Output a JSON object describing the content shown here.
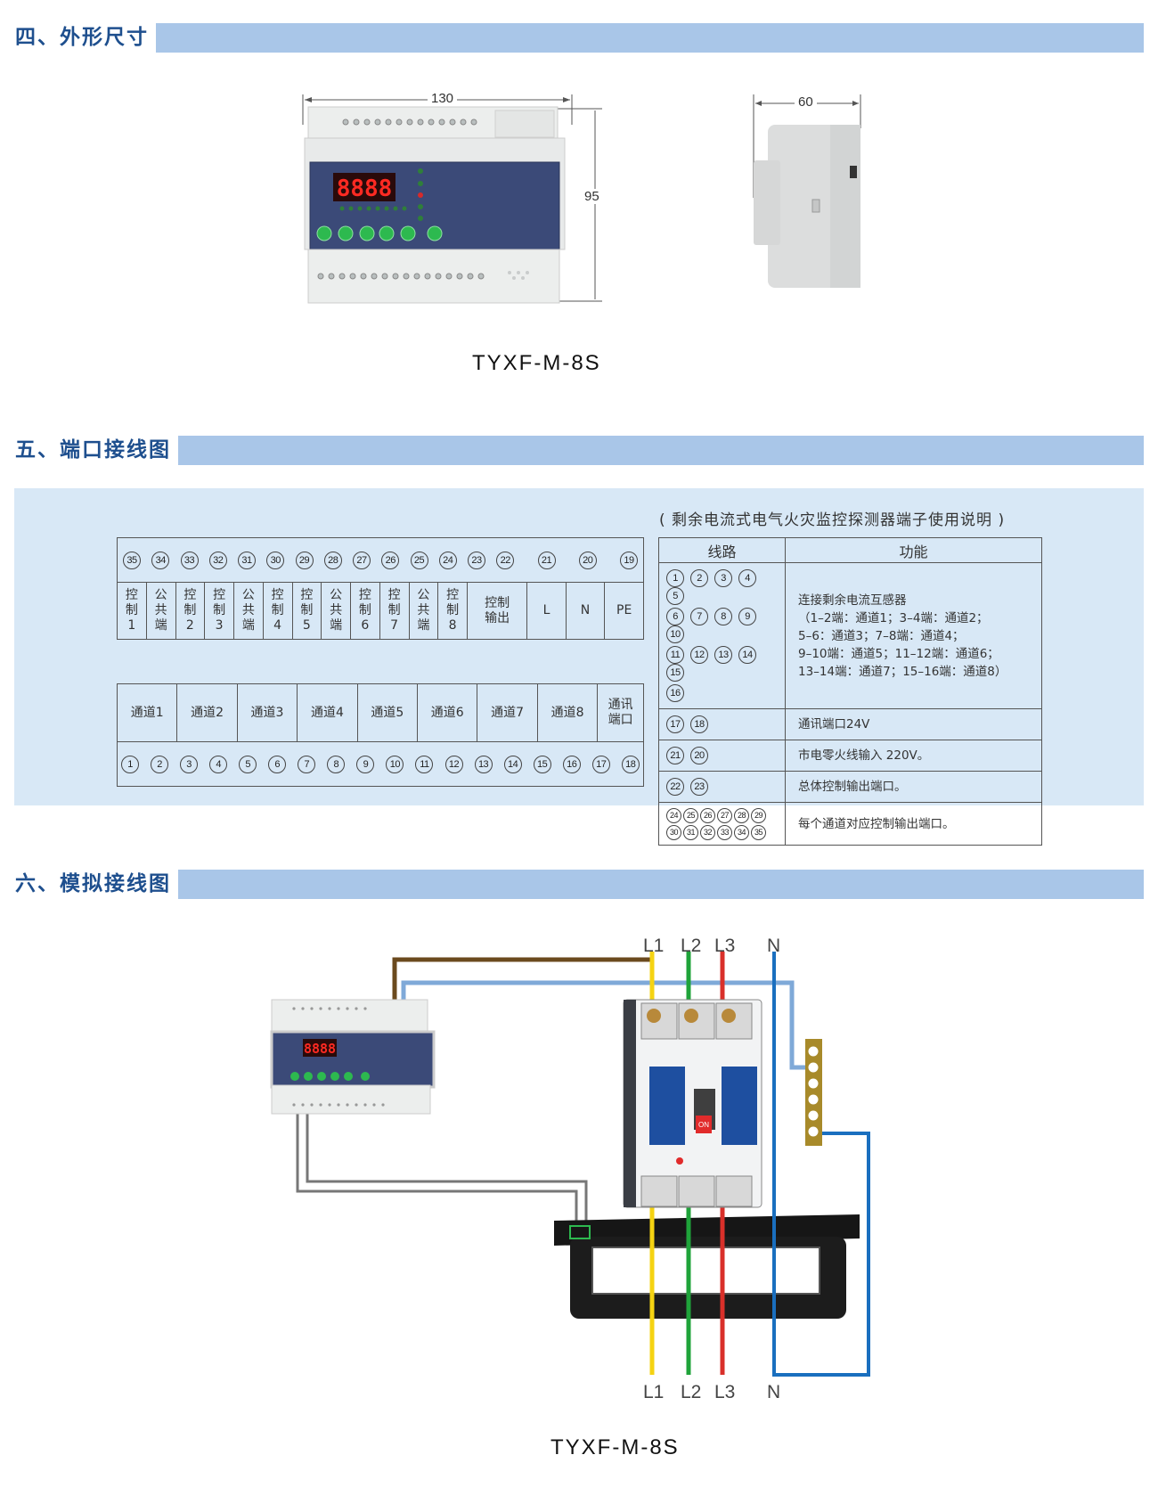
{
  "sections": {
    "dimensions": {
      "title": "四、外形尺寸"
    },
    "ports": {
      "title": "五、端口接线图"
    },
    "wiring": {
      "title": "六、模拟接线图"
    }
  },
  "dimensions": {
    "width_label": "130",
    "height_label": "95",
    "depth_label": "60",
    "model_caption": "TYXF-M-8S",
    "display_digits": "8888"
  },
  "ports": {
    "note": "( 剩余电流式电气火灾监控探测器端子使用说明 )",
    "top_terminals": [
      "35",
      "34",
      "33",
      "32",
      "31",
      "30",
      "29",
      "28",
      "27",
      "26",
      "25",
      "24",
      "23",
      "22",
      "21",
      "20",
      "19"
    ],
    "top_labels": [
      {
        "lines": [
          "控",
          "制",
          "1"
        ]
      },
      {
        "lines": [
          "公",
          "共",
          "端"
        ]
      },
      {
        "lines": [
          "控",
          "制",
          "2"
        ]
      },
      {
        "lines": [
          "控",
          "制",
          "3"
        ]
      },
      {
        "lines": [
          "公",
          "共",
          "端"
        ]
      },
      {
        "lines": [
          "控",
          "制",
          "4"
        ]
      },
      {
        "lines": [
          "控",
          "制",
          "5"
        ]
      },
      {
        "lines": [
          "公",
          "共",
          "端"
        ]
      },
      {
        "lines": [
          "控",
          "制",
          "6"
        ]
      },
      {
        "lines": [
          "控",
          "制",
          "7"
        ]
      },
      {
        "lines": [
          "公",
          "共",
          "端"
        ]
      },
      {
        "lines": [
          "控",
          "制",
          "8"
        ]
      },
      {
        "lines": [
          "控制",
          "输出"
        ]
      },
      {
        "lines": [
          "L"
        ]
      },
      {
        "lines": [
          "N"
        ]
      },
      {
        "lines": [
          "PE"
        ]
      }
    ],
    "bottom_labels": [
      {
        "lines": [
          "通道1"
        ]
      },
      {
        "lines": [
          "通道2"
        ]
      },
      {
        "lines": [
          "通道3"
        ]
      },
      {
        "lines": [
          "通道4"
        ]
      },
      {
        "lines": [
          "通道5"
        ]
      },
      {
        "lines": [
          "通道6"
        ]
      },
      {
        "lines": [
          "通道7"
        ]
      },
      {
        "lines": [
          "通道8"
        ]
      },
      {
        "lines": [
          "通讯",
          "端口"
        ]
      }
    ],
    "bottom_terminals": [
      "1",
      "2",
      "3",
      "4",
      "5",
      "6",
      "7",
      "8",
      "9",
      "10",
      "11",
      "12",
      "13",
      "14",
      "15",
      "16",
      "17",
      "18"
    ],
    "info_table": {
      "headers": [
        "线路",
        "功能"
      ],
      "rows": [
        {
          "terminals": [
            [
              "1",
              "2",
              "3",
              "4",
              "5"
            ],
            [
              "6",
              "7",
              "8",
              "9",
              "10"
            ],
            [
              "11",
              "12",
              "13",
              "14",
              "15"
            ],
            [
              "16"
            ]
          ],
          "function": [
            "连接剩余电流互感器",
            "（1–2端：通道1；3–4端：通道2；",
            "5–6：通道3；7–8端：通道4；",
            "9–10端：通道5；11–12端：通道6；",
            "13–14端：通道7；15–16端：通道8）"
          ]
        },
        {
          "terminals": [
            [
              "17",
              "18"
            ]
          ],
          "function": [
            "通讯端口24V"
          ]
        },
        {
          "terminals": [
            [
              "21",
              "20"
            ]
          ],
          "function": [
            "市电零火线输入 220V。"
          ]
        },
        {
          "terminals": [
            [
              "22",
              "23"
            ]
          ],
          "function": [
            "总体控制输出端口。"
          ]
        },
        {
          "terminals": [
            [
              "24",
              "25",
              "26",
              "27",
              "28",
              "29"
            ],
            [
              "30",
              "31",
              "32",
              "33",
              "34",
              "35"
            ]
          ],
          "function": [
            "每个通道对应控制输出端口。"
          ]
        }
      ]
    }
  },
  "wiring": {
    "top_labels": [
      "L1",
      "L2",
      "L3",
      "N"
    ],
    "bottom_labels": [
      "L1",
      "L2",
      "L3",
      "N"
    ],
    "model_caption": "TYXF-M-8S",
    "breaker_on_label": "ON",
    "colors": {
      "L1": "#f5d312",
      "L2": "#1fa33a",
      "L3": "#d9302a",
      "N": "#1a6fbf",
      "signal": "#7fa9d8",
      "power": "#6b4a1e",
      "ct_lead": "#777777"
    }
  }
}
